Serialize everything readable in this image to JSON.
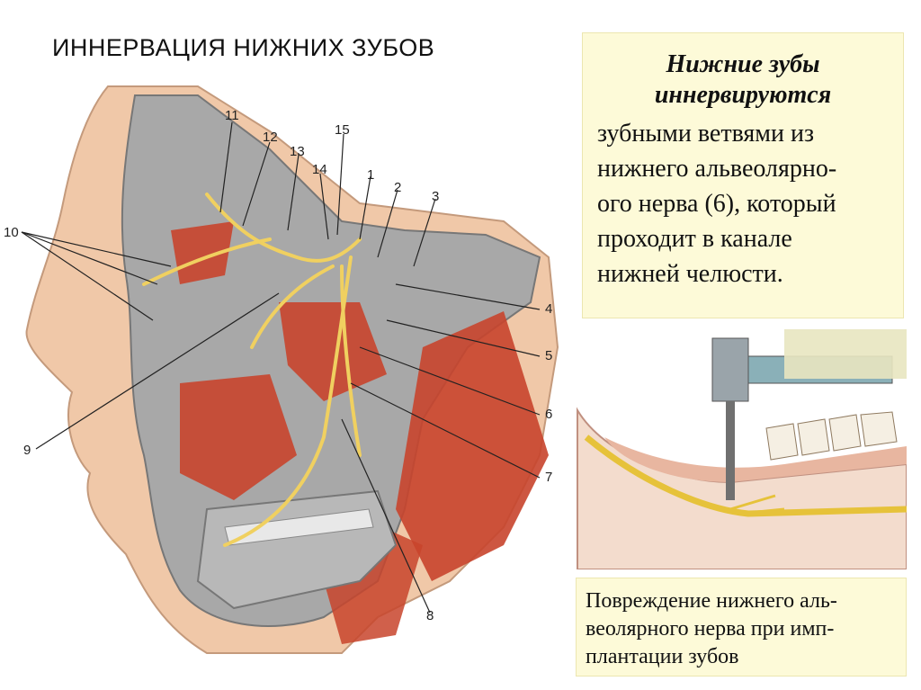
{
  "title": "ИННЕРВАЦИЯ НИЖНИХ ЗУБОВ",
  "info_box": {
    "heading_lines": [
      "Нижние зубы",
      "иннервируются"
    ],
    "body_lines": [
      "зубными ветвями из",
      "нижнего альвеолярно-",
      "ого нерва (6), который",
      "проходит в канале",
      "нижней челюсти."
    ]
  },
  "caption_lines": [
    "Повреждение нижнего аль-",
    "веолярного нерва при имп-",
    "плантации зубов"
  ],
  "callouts": [
    "1",
    "2",
    "3",
    "4",
    "5",
    "6",
    "7",
    "8",
    "9",
    "10",
    "11",
    "12",
    "13",
    "14",
    "15"
  ],
  "colors": {
    "nerve": "#f0d060",
    "muscle": "#c8442c",
    "bone": "#a8a8a8",
    "skin": "#f0c8a8",
    "panel": "#fdfad8"
  }
}
